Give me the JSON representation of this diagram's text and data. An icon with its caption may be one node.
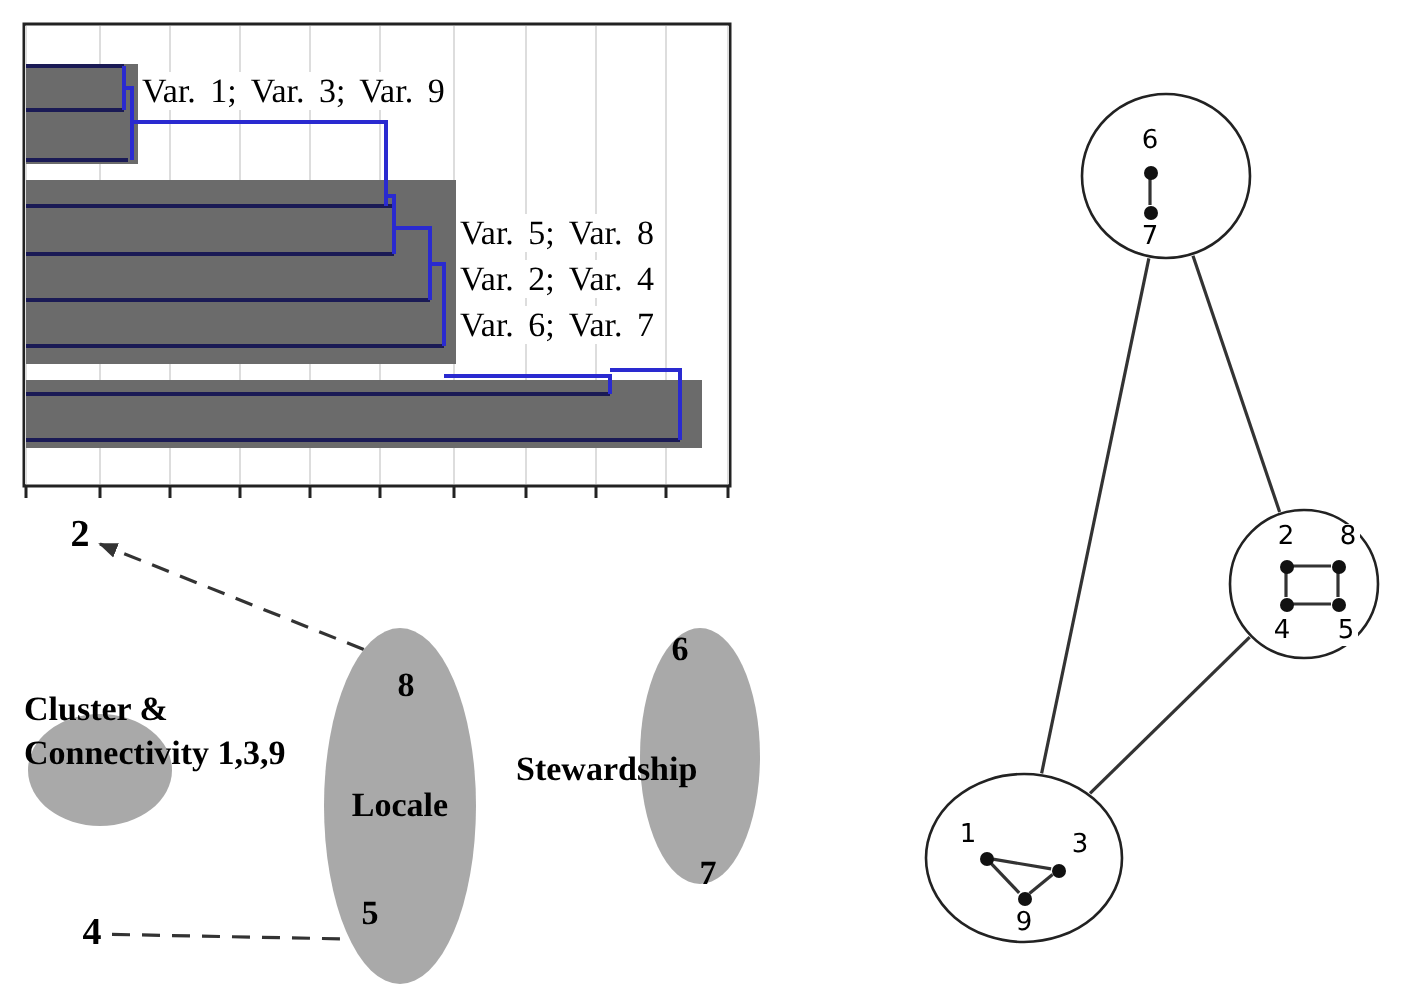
{
  "diagram": {
    "nodes": [
      {
        "text": [
          "2"
        ]
      },
      {
        "text": [
          "Cluster & Connectivity 1,3,9"
        ]
      },
      {
        "text": [
          "8",
          "Locale",
          "5"
        ]
      },
      {
        "text": [
          "6",
          "Stewardship",
          "7"
        ]
      },
      {
        "text": [
          "4"
        ]
      },
      {
        "text": [],
        "shape": "circle"
      },
      {
        "text": [
          "6"
        ],
        "in": 5
      },
      {
        "text": [
          "7"
        ],
        "in": 5
      },
      {
        "text": [],
        "shape": "circle"
      },
      {
        "text": [
          "2"
        ],
        "in": 8
      },
      {
        "text": [
          "8"
        ],
        "in": 8
      },
      {
        "text": [
          "4"
        ],
        "in": 8
      },
      {
        "text": [
          "5"
        ],
        "in": 8
      },
      {
        "text": [],
        "shape": "circle"
      },
      {
        "text": [
          "1"
        ],
        "in": 13
      },
      {
        "text": [
          "3"
        ],
        "in": 13
      },
      {
        "text": [
          "9"
        ],
        "in": 13
      }
    ],
    "edges": [
      {
        "from": 2,
        "to": 0,
        "arrow": "to",
        "style": "dashed"
      },
      {
        "from": 4,
        "to": 2,
        "arrow": "none",
        "style": "dashed"
      },
      {
        "from": 5,
        "to": 13,
        "arrow": "none"
      },
      {
        "from": 5,
        "to": 8,
        "arrow": "none"
      },
      {
        "from": 8,
        "to": 13,
        "arrow": "none"
      },
      {
        "from": 6,
        "to": 7,
        "arrow": "none"
      },
      {
        "from": 9,
        "to": 10,
        "arrow": "none"
      },
      {
        "from": 9,
        "to": 11,
        "arrow": "none"
      },
      {
        "from": 10,
        "to": 12,
        "arrow": "none"
      },
      {
        "from": 11,
        "to": 12,
        "arrow": "none"
      },
      {
        "from": 14,
        "to": 15,
        "arrow": "none"
      },
      {
        "from": 14,
        "to": 16,
        "arrow": "none"
      },
      {
        "from": 15,
        "to": 16,
        "arrow": "none"
      }
    ],
    "labels": [
      "Var. 1; Var. 3; Var. 9",
      "Var. 5; Var. 8",
      "Var. 2; Var. 4",
      "Var. 6; Var. 7"
    ]
  }
}
